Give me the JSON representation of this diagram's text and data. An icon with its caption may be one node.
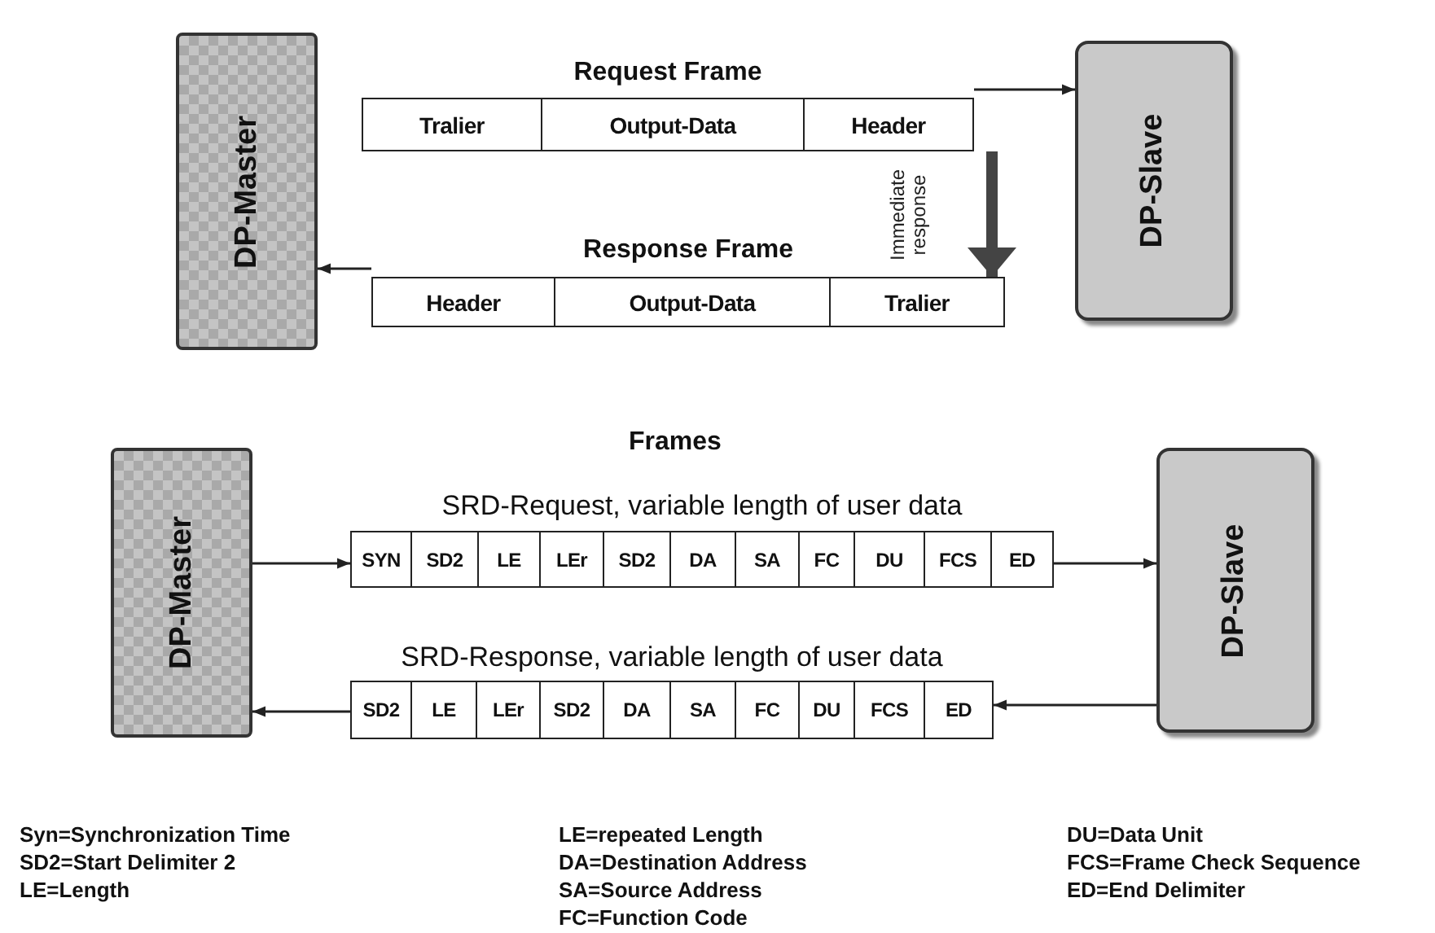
{
  "diagram": {
    "nodes": [
      {
        "text": [
          "DP-Master"
        ]
      },
      {
        "text": [
          "DP-Slave"
        ]
      },
      {
        "text": [
          "Request Frame"
        ]
      },
      {
        "text": [
          "Tralier"
        ],
        "in": 2
      },
      {
        "text": [
          "Output-Data"
        ],
        "in": 2
      },
      {
        "text": [
          "Header"
        ],
        "in": 2
      },
      {
        "text": [
          "Response Frame"
        ]
      },
      {
        "text": [
          "Header"
        ],
        "in": 6
      },
      {
        "text": [
          "Output-Data"
        ],
        "in": 6
      },
      {
        "text": [
          "Tralier"
        ],
        "in": 6
      },
      {
        "text": [
          "DP-Master"
        ]
      },
      {
        "text": [
          "DP-Slave"
        ]
      },
      {
        "text": [
          "SRD-Request, variable length of user data"
        ]
      },
      {
        "text": [
          "SYN"
        ],
        "in": 12
      },
      {
        "text": [
          "SD2"
        ],
        "in": 12
      },
      {
        "text": [
          "LE"
        ],
        "in": 12
      },
      {
        "text": [
          "LEr"
        ],
        "in": 12
      },
      {
        "text": [
          "SD2"
        ],
        "in": 12
      },
      {
        "text": [
          "DA"
        ],
        "in": 12
      },
      {
        "text": [
          "SA"
        ],
        "in": 12
      },
      {
        "text": [
          "FC"
        ],
        "in": 12
      },
      {
        "text": [
          "DU"
        ],
        "in": 12
      },
      {
        "text": [
          "FCS"
        ],
        "in": 12
      },
      {
        "text": [
          "ED"
        ],
        "in": 12
      },
      {
        "text": [
          "SRD-Response, variable length of user data"
        ]
      },
      {
        "text": [
          "SD2"
        ],
        "in": 24
      },
      {
        "text": [
          "LE"
        ],
        "in": 24
      },
      {
        "text": [
          "LEr"
        ],
        "in": 24
      },
      {
        "text": [
          "SD2"
        ],
        "in": 24
      },
      {
        "text": [
          "DA"
        ],
        "in": 24
      },
      {
        "text": [
          "SA"
        ],
        "in": 24
      },
      {
        "text": [
          "FC"
        ],
        "in": 24
      },
      {
        "text": [
          "DU"
        ],
        "in": 24
      },
      {
        "text": [
          "FCS"
        ],
        "in": 24
      },
      {
        "text": [
          "ED"
        ],
        "in": 24
      }
    ],
    "edges": [
      {
        "from": 2,
        "to": 1,
        "arrow": "to"
      },
      {
        "from": 6,
        "to": 0,
        "arrow": "to"
      },
      {
        "from": 10,
        "to": 12,
        "arrow": "to"
      },
      {
        "from": 12,
        "to": 11,
        "arrow": "to"
      },
      {
        "from": 11,
        "to": 24,
        "arrow": "to"
      },
      {
        "from": 24,
        "to": 10,
        "arrow": "to"
      },
      {
        "from": 2,
        "to": 6,
        "arrow": "to",
        "style": "thick",
        "label": "Immediate response"
      }
    ],
    "labels": [
      "Frames",
      "Syn=Synchronization Time",
      "SD2=Start Delimiter 2",
      "LE=Length",
      "LE=repeated Length",
      "DA=Destination Address",
      "SA=Source Address",
      "FC=Function Code",
      "DU=Data Unit",
      "FCS=Frame Check Sequence",
      "ED=End Delimiter"
    ]
  }
}
